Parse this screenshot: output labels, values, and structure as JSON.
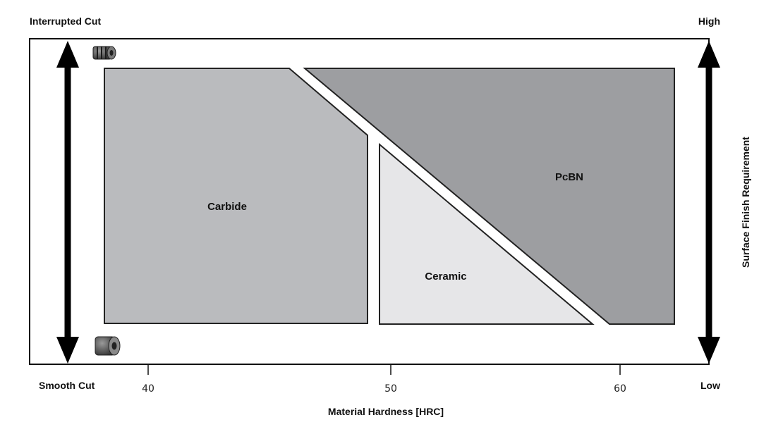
{
  "corner_labels": {
    "top_left": "Interrupted Cut",
    "bottom_left": "Smooth Cut",
    "top_right": "High",
    "bottom_right": "Low"
  },
  "axis": {
    "x_label": "Material Hardness [HRC]",
    "x_ticks": [
      "40",
      "50",
      "60"
    ],
    "y_label": "Surface Finish Requirement"
  },
  "regions": [
    {
      "key": "carbide",
      "label": "Carbide",
      "color": "#babbbe"
    },
    {
      "key": "ceramic",
      "label": "Ceramic",
      "color": "#e6e6e8"
    },
    {
      "key": "pcbn",
      "label": "PcBN",
      "color": "#9d9ea1"
    }
  ],
  "icons": {
    "top": "interrupted-cut-workpiece-icon",
    "bottom": "smooth-cut-workpiece-icon"
  }
}
